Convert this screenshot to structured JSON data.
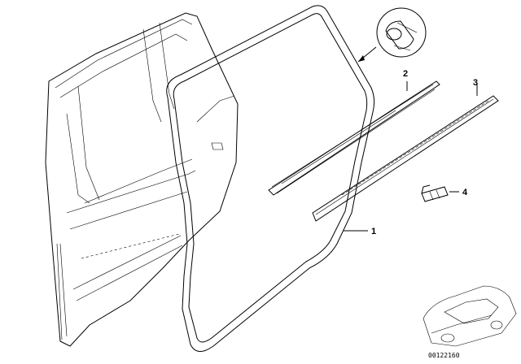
{
  "diagram": {
    "callouts": [
      {
        "id": "1",
        "label": "1"
      },
      {
        "id": "2",
        "label": "2"
      },
      {
        "id": "3",
        "label": "3"
      },
      {
        "id": "4",
        "label": "4"
      }
    ],
    "reference_code": "00122160",
    "parts": [
      "door-shell",
      "door-seal",
      "inner-window-seal-strip",
      "outer-window-seal-strip",
      "clip",
      "seal-detail-inset",
      "car-thumbnail"
    ]
  }
}
